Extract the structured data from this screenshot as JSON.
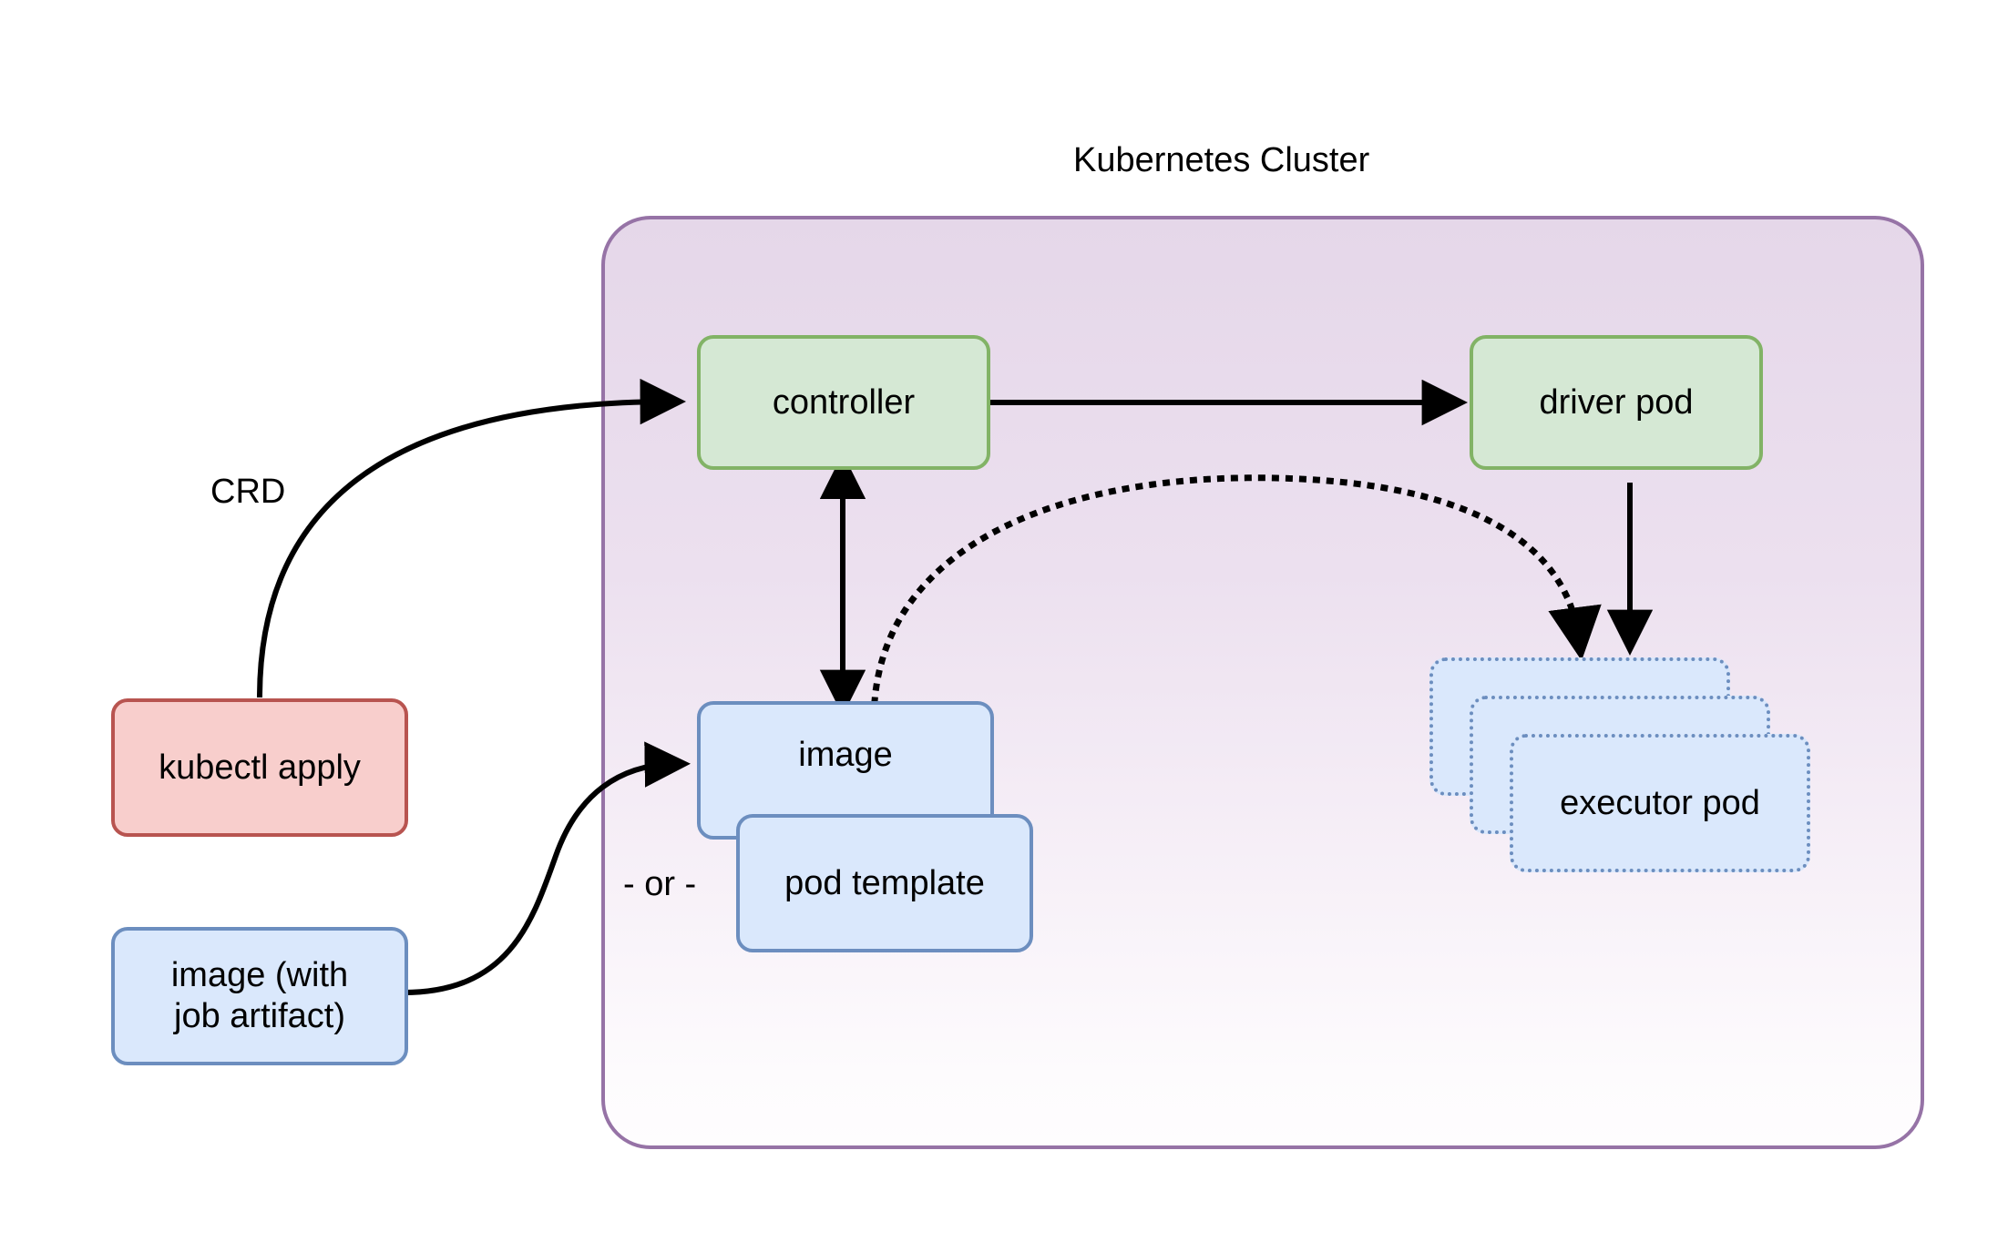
{
  "diagram": {
    "title": "Kubernetes Cluster",
    "cluster": {
      "label": "Kubernetes Cluster",
      "border_color": "#9673a6",
      "fill_top": "#e5d7e9",
      "fill_bottom": "#fefdfe"
    },
    "nodes": [
      {
        "id": "kubectl-apply",
        "label": "kubectl apply",
        "fill": "#f8cecc",
        "stroke": "#b85450",
        "shape": "rounded-rect",
        "inside_cluster": false
      },
      {
        "id": "image-with-job-artifact",
        "label": "image (with\njob artifact)",
        "line1": "image (with",
        "line2": "job artifact)",
        "fill": "#dae8fc",
        "stroke": "#6c8ebf",
        "shape": "rounded-rect",
        "inside_cluster": false
      },
      {
        "id": "controller",
        "label": "controller",
        "fill": "#d5e8d4",
        "stroke": "#82b366",
        "shape": "rounded-rect",
        "inside_cluster": true
      },
      {
        "id": "driver-pod",
        "label": "driver pod",
        "fill": "#d5e8d4",
        "stroke": "#82b366",
        "shape": "rounded-rect",
        "inside_cluster": true
      },
      {
        "id": "image",
        "label": "image",
        "fill": "#dae8fc",
        "stroke": "#6c8ebf",
        "shape": "rounded-rect",
        "inside_cluster": true
      },
      {
        "id": "pod-template",
        "label": "pod template",
        "fill": "#dae8fc",
        "stroke": "#6c8ebf",
        "shape": "rounded-rect",
        "inside_cluster": true
      },
      {
        "id": "executor-pod-back",
        "label": "executor pod",
        "fill": "#dae8fc",
        "stroke": "#6c8ebf",
        "shape": "rounded-rect-dotted",
        "inside_cluster": true
      },
      {
        "id": "executor-pod-middle",
        "label": "executor pod",
        "fill": "#dae8fc",
        "stroke": "#6c8ebf",
        "shape": "rounded-rect-dotted",
        "inside_cluster": true
      },
      {
        "id": "executor-pod-front",
        "label": "executor pod",
        "fill": "#dae8fc",
        "stroke": "#6c8ebf",
        "shape": "rounded-rect-dotted",
        "inside_cluster": true
      }
    ],
    "edges": [
      {
        "id": "crd-edge",
        "from": "kubectl-apply",
        "to": "controller",
        "label": "CRD",
        "style": "solid",
        "arrow": "end"
      },
      {
        "id": "artifact-edge",
        "from": "image-with-job-artifact",
        "to": "image",
        "label": "",
        "style": "solid",
        "arrow": "end"
      },
      {
        "id": "controller-driver-edge",
        "from": "controller",
        "to": "driver-pod",
        "label": "",
        "style": "solid",
        "arrow": "end"
      },
      {
        "id": "controller-image-edge",
        "from": "controller",
        "to": "image",
        "label": "",
        "style": "solid",
        "arrow": "both"
      },
      {
        "id": "image-executor-edge",
        "from": "image",
        "to": "executor-pod-back",
        "label": "",
        "style": "dotted",
        "arrow": "end"
      },
      {
        "id": "driver-executor-edge",
        "from": "driver-pod",
        "to": "executor-pod-back",
        "label": "",
        "style": "solid",
        "arrow": "end"
      }
    ],
    "standalone_labels": [
      {
        "id": "or-label",
        "text": "- or -"
      },
      {
        "id": "crd-label",
        "text": "CRD"
      }
    ]
  }
}
